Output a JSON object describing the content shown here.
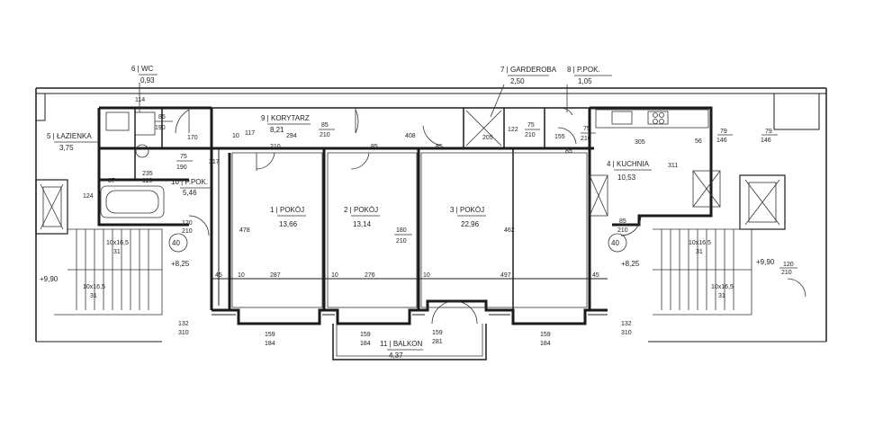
{
  "rooms": [
    {
      "no": "1",
      "name": "POKÓJ",
      "area": "13,66"
    },
    {
      "no": "2",
      "name": "POKÓJ",
      "area": "13,14"
    },
    {
      "no": "3",
      "name": "POKÓJ",
      "area": "22,96"
    },
    {
      "no": "4",
      "name": "KUCHNIA",
      "area": "10,53"
    },
    {
      "no": "5",
      "name": "ŁAZIENKA",
      "area": "3,75"
    },
    {
      "no": "6",
      "name": "WC",
      "area": "0,93"
    },
    {
      "no": "7",
      "name": "GARDEROBA",
      "area": "2,50"
    },
    {
      "no": "8",
      "name": "P.POK.",
      "area": "1,05"
    },
    {
      "no": "9",
      "name": "KORYTARZ",
      "area": "8,21"
    },
    {
      "no": "10",
      "name": "P.POK.",
      "area": "5,46"
    },
    {
      "no": "11",
      "name": "BALKON",
      "area": "4,37"
    }
  ],
  "dims": {
    "d114": "114",
    "d85": "85",
    "d190": "190",
    "d170": "170",
    "d10": "10",
    "d117": "117",
    "d294": "294",
    "d210": "210",
    "d408": "408",
    "d205": "205",
    "d122": "122",
    "d75": "75",
    "d155": "155",
    "d305": "305",
    "d79": "79",
    "d146": "146",
    "d56": "56",
    "d317": "317",
    "d235": "235",
    "d87": "87",
    "d116": "116",
    "d124": "124",
    "d120": "120",
    "d478": "478",
    "d180": "180",
    "d462": "462",
    "d311": "311",
    "d287": "287",
    "d276": "276",
    "d497": "497",
    "d45": "45",
    "d132": "132",
    "d310": "310",
    "d159": "159",
    "d184": "184",
    "d281": "281",
    "d31": "31",
    "d10x165": "10x16,5"
  },
  "levels": {
    "lv825": "+8,25",
    "lv990": "+9,90"
  },
  "stair_no": "40"
}
